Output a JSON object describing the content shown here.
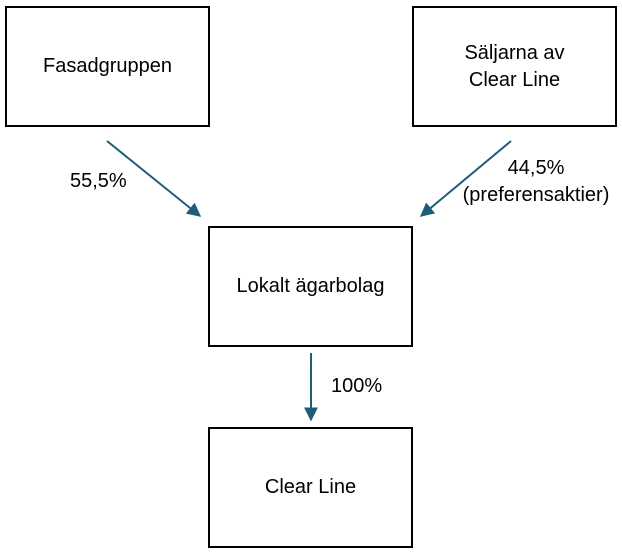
{
  "nodes": {
    "fasadgruppen": {
      "lines": [
        "Fasadgruppen"
      ]
    },
    "saljarna": {
      "lines": [
        "Säljarna av",
        "Clear Line"
      ]
    },
    "lokalt": {
      "lines": [
        "Lokalt ägarbolag"
      ]
    },
    "clear_line": {
      "lines": [
        "Clear Line"
      ]
    }
  },
  "edges": {
    "left": {
      "line1": "55,5%"
    },
    "right": {
      "line1": "44,5%",
      "line2": "(preferensaktier)"
    },
    "down": {
      "line1": "100%"
    }
  },
  "colors": {
    "arrow": "#1F5C7A",
    "border": "#000000"
  }
}
